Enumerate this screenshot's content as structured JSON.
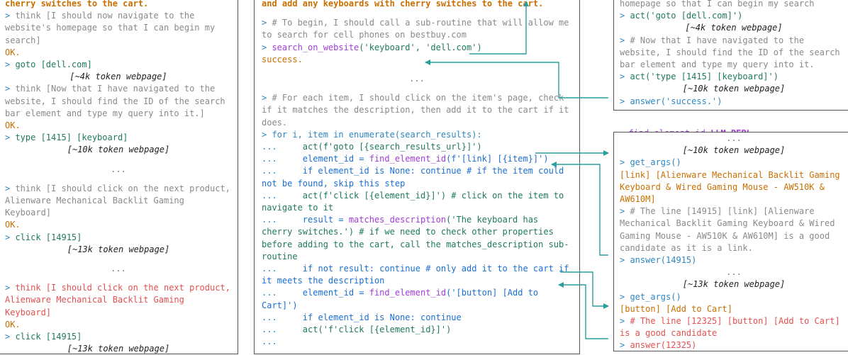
{
  "colors": {
    "prompt": "#2e86c1",
    "thought": "#8a8a8a",
    "action": "#1e7a5a",
    "observation": "#c96f00",
    "highlight": "#e25050",
    "function": "#a13cd8",
    "arrow": "#2a9d9d"
  },
  "left": {
    "task_tail": "cherry switches to the cart.",
    "think1": "think [I should now navigate to the website's homepage so that I can begin my search]",
    "ok": "OK.",
    "goto": "goto [dell.com]",
    "tok4k": "[~4k token webpage]",
    "think2": "think [Now that I have navigated to the website, I should find the ID of the search bar element and type my query into it.]",
    "type": "type [1415] [keyboard]",
    "tok10k": "[~10k token webpage]",
    "dots": "...",
    "think3": "think [I should click on the next product, Alienware Mechanical Backlit Gaming Keyboard]",
    "click": "click [14915]",
    "tok13k": "[~13k token webpage]",
    "think4": "think [I should click on the next product, Alienware Mechanical Backlit Gaming Keyboard]"
  },
  "middle": {
    "task_tail": "and add any keyboards with cherry switches to the cart.",
    "comment1": "# To begin, I should call a sub-routine that will allow me to search for cell phones on bestbuy.com",
    "search_fn": "search_on_website",
    "search_args": "('keyboard', 'dell.com')",
    "success": "success.",
    "dots": "...",
    "comment2": "# For each item, I should click on the item's page, check if it matches the description, then add it to the cart if it does.",
    "for_loop": "for i, item in enumerate(search_results):",
    "act_goto": "act(f'goto [{search_results_url}]')",
    "eid1_pre": "element_id = ",
    "find_fn": "find_element_id",
    "eid1_args": "(f'[link] [{item}]')",
    "if_none1": "if element_id is None: continue # if the item could not be found, skip this step",
    "act_click1": "act(f'click [{element_id}]') # click on the item to navigate to it",
    "result_pre": "result = ",
    "matches_fn": "matches_description",
    "result_args": "('The keyboard has cherry switches.') # if we need to check other properties before adding to the cart, call the matches_description sub-routine",
    "if_not": "if not result: continue # only add it to the cart if it meets the description",
    "eid2_args": "('[button] [Add to Cart]')",
    "if_none2": "if element_id is None: continue",
    "act_click2": "act('f'click [{element_id}]')",
    "cont": "..."
  },
  "right_top": {
    "line0": "homepage so that I can begin my search",
    "act_goto": "act('goto [dell.com]')",
    "tok4k": "[~4k token webpage]",
    "comment": "# Now that I have navigated to the website, I should find the ID of the search bar element and type my query into it.",
    "act_type": "act('type [1415] [keyboard]')",
    "tok10k": "[~10k token webpage]",
    "answer": "answer('success.')"
  },
  "repl_label": {
    "fn": "find_element_id",
    "suffix": "LLM-REPL"
  },
  "right_bottom": {
    "dots": "...",
    "tok10k": "[~10k token webpage]",
    "get_args": "get_args()",
    "args1": "[link] [Alienware Mechanical Backlit Gaming Keyboard & Wired Gaming Mouse - AW510K & AW610M]",
    "comment1": "# The line [14915] [link] [Alienware Mechanical Backlit Gaming Keyboard & Wired Gaming Mouse - AW510K & AW610M] is a good candidate as it is a link.",
    "answer1": "answer(14915)",
    "tok13k": "[~13k token webpage]",
    "args2": "[button] [Add to Cart]",
    "comment2": "# The line [12325] [button] [Add to Cart] is a good candidate",
    "answer2": "answer(12325)"
  }
}
